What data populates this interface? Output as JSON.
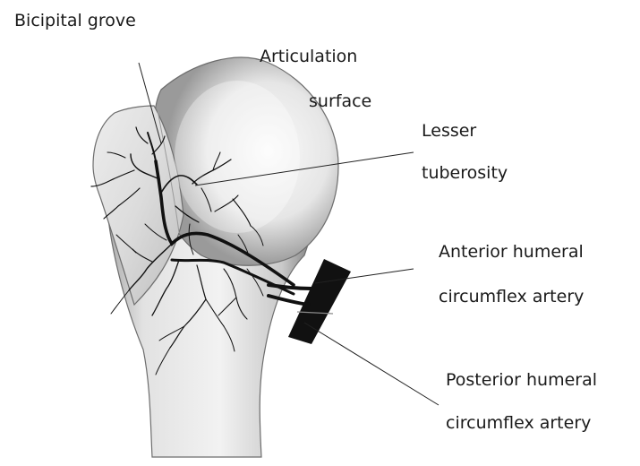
{
  "diagram": {
    "labels": {
      "bicipital_grove": "Bicipital grove",
      "articulation_surface_line1": "Articulation",
      "articulation_surface_line2": "surface",
      "lesser_tuberosity_line1": "Lesser",
      "lesser_tuberosity_line2": "tuberosity",
      "anterior_humeral_line1": "Anterior humeral",
      "anterior_humeral_line2": "circumflex artery",
      "posterior_humeral_line1": "Posterior humeral",
      "posterior_humeral_line2": "circumflex artery"
    },
    "colors": {
      "bone_light": "#f4f4f4",
      "bone_mid": "#d9d9d9",
      "bone_shadow": "#8c8c8c",
      "vessel": "#111111",
      "leader": "#222222"
    }
  }
}
